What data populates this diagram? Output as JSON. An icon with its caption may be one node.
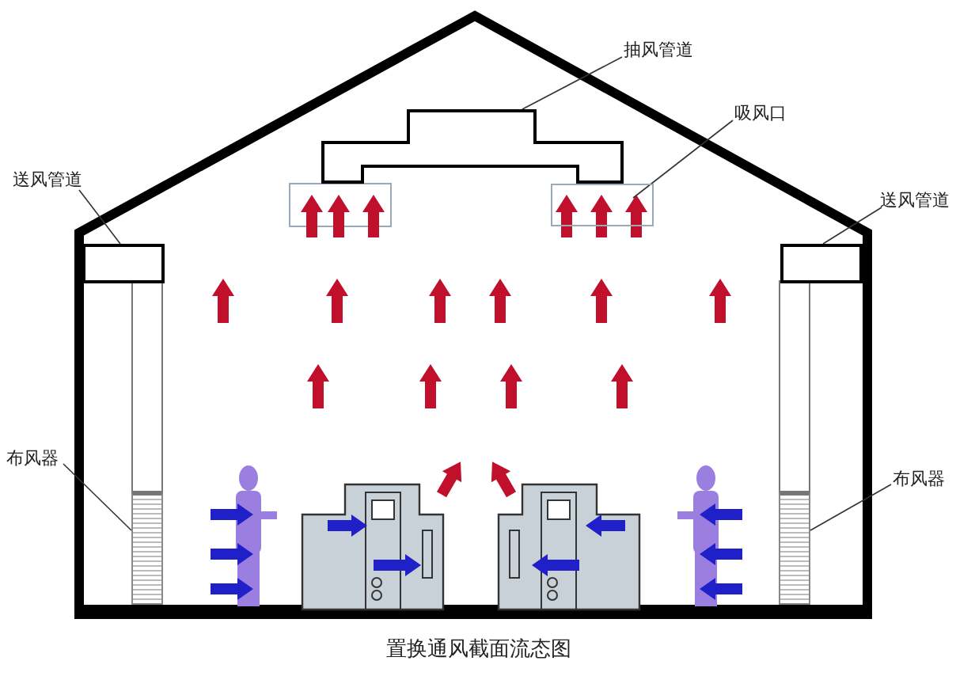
{
  "diagram": {
    "caption": "置换通风截面流态图",
    "nodes": [
      {
        "text": [
          "抽风管道"
        ]
      },
      {
        "text": [],
        "shape": "box"
      },
      {
        "text": [
          "吸风口"
        ]
      },
      {
        "text": [],
        "shape": "box"
      },
      {
        "text": [
          "送风管道"
        ]
      },
      {
        "text": [],
        "shape": "box"
      },
      {
        "text": [
          "送风管道"
        ]
      },
      {
        "text": [],
        "shape": "box"
      },
      {
        "text": [
          "布风器"
        ]
      },
      {
        "text": [],
        "shape": "bar"
      },
      {
        "text": [
          "布风器"
        ]
      },
      {
        "text": [],
        "shape": "bar"
      }
    ],
    "edges": [
      {
        "from": 0,
        "to": 1,
        "arrow": "none"
      },
      {
        "from": 2,
        "to": 3,
        "arrow": "none"
      },
      {
        "from": 4,
        "to": 5,
        "arrow": "none"
      },
      {
        "from": 6,
        "to": 7,
        "arrow": "none"
      },
      {
        "from": 8,
        "to": 9,
        "arrow": "none"
      },
      {
        "from": 10,
        "to": 11,
        "arrow": "none"
      },
      {
        "from": 5,
        "to": 9,
        "arrow": "none"
      },
      {
        "from": 7,
        "to": 11,
        "arrow": "none"
      }
    ]
  }
}
